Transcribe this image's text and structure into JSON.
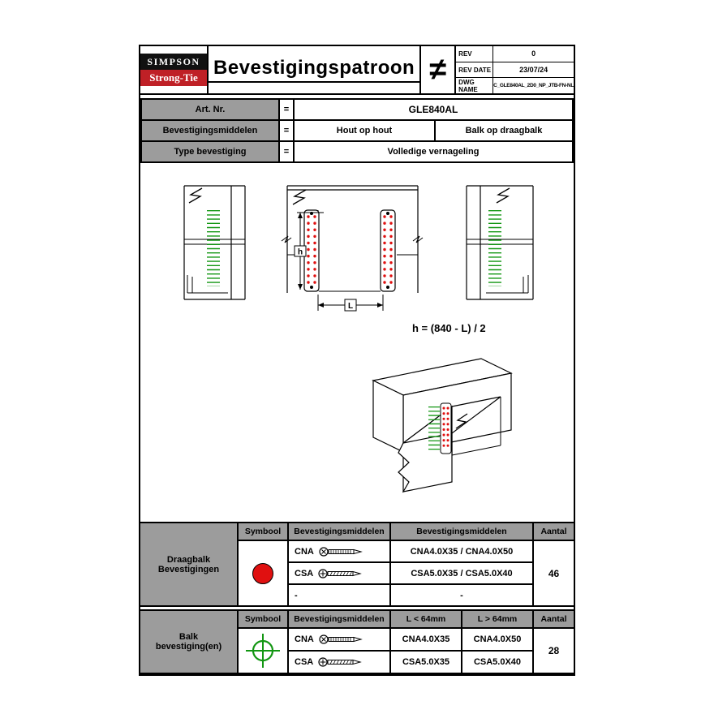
{
  "header": {
    "logo_top": "SIMPSON",
    "logo_bottom": "Strong-Tie",
    "title": "Bevestigingspatroon",
    "not_equal": "≠",
    "rev": {
      "label": "REV",
      "value": "0"
    },
    "rev_date": {
      "label": "REV DATE",
      "value": "23/07/24"
    },
    "dwg_name": {
      "label": "DWG NAME",
      "value": "C_GLE840AL_2D0_NP_JTB-FN-NL"
    }
  },
  "info_rows": {
    "art": {
      "label": "Art. Nr.",
      "eq": "=",
      "value": "GLE840AL"
    },
    "middelen": {
      "label": "Bevestigingsmiddelen",
      "eq": "=",
      "value1": "Hout op hout",
      "value2": "Balk op draagbalk"
    },
    "type": {
      "label": "Type bevestiging",
      "eq": "=",
      "value": "Volledige vernageling"
    }
  },
  "drawing": {
    "formula": "h = (840 - L) / 2",
    "dim_h": "h",
    "dim_l": "L"
  },
  "draagbalk_table": {
    "title": "Draagbalk Bevestigingen",
    "headers": {
      "symbool": "Symbool",
      "middelen1": "Bevestigingsmiddelen",
      "middelen2": "Bevestigingsmiddelen",
      "aantal": "Aantal"
    },
    "symbol": "red-circle",
    "rows": [
      {
        "name": "CNA",
        "value": "CNA4.0X35 / CNA4.0X50"
      },
      {
        "name": "CSA",
        "value": "CSA5.0X35 / CSA5.0X40"
      },
      {
        "name": "-",
        "value": "-"
      }
    ],
    "aantal": "46"
  },
  "balk_table": {
    "title": "Balk bevestiging(en)",
    "headers": {
      "symbool": "Symbool",
      "middelen": "Bevestigingsmiddelen",
      "l_small": "L < 64mm",
      "l_large": "L > 64mm",
      "aantal": "Aantal"
    },
    "symbol": "green-crosshair",
    "rows": [
      {
        "name": "CNA",
        "l_small": "CNA4.0X35",
        "l_large": "CNA4.0X50"
      },
      {
        "name": "CSA",
        "l_small": "CSA5.0X35",
        "l_large": "CSA5.0X40"
      }
    ],
    "aantal": "28"
  },
  "colors": {
    "red": "#e01010",
    "green": "#129612",
    "header_gray": "#9c9c9c",
    "logo_red": "#bf2026"
  }
}
